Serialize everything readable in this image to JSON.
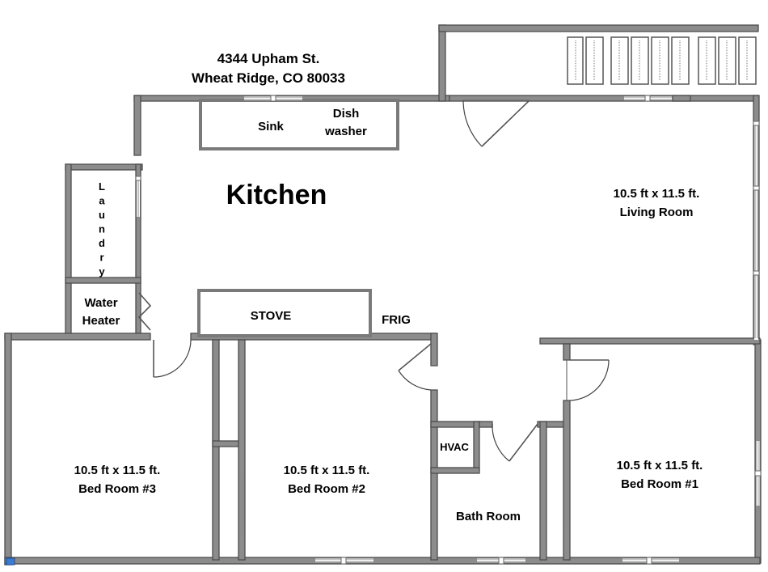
{
  "address": {
    "line1": "4344 Upham St.",
    "line2": "Wheat Ridge, CO 80033"
  },
  "rooms": {
    "kitchen": "Kitchen",
    "living_size": "10.5 ft x 11.5 ft.",
    "living": "Living Room",
    "bed3_size": "10.5 ft x 11.5 ft.",
    "bed3": "Bed Room  #3",
    "bed2_size": "10.5 ft x 11.5 ft.",
    "bed2": "Bed Room  #2",
    "bed1_size": "10.5 ft x 11.5 ft.",
    "bed1": "Bed Room  #1",
    "bath": "Bath Room",
    "hvac": "HVAC",
    "water_heater_1": "Water",
    "water_heater_2": "Heater"
  },
  "fixtures": {
    "sink": "Sink",
    "dish_1": "Dish",
    "dish_2": "washer",
    "stove": "STOVE",
    "frig": "FRIG"
  },
  "laundry_letters": [
    "L",
    "a",
    "u",
    "n",
    "d",
    "r",
    "y"
  ]
}
